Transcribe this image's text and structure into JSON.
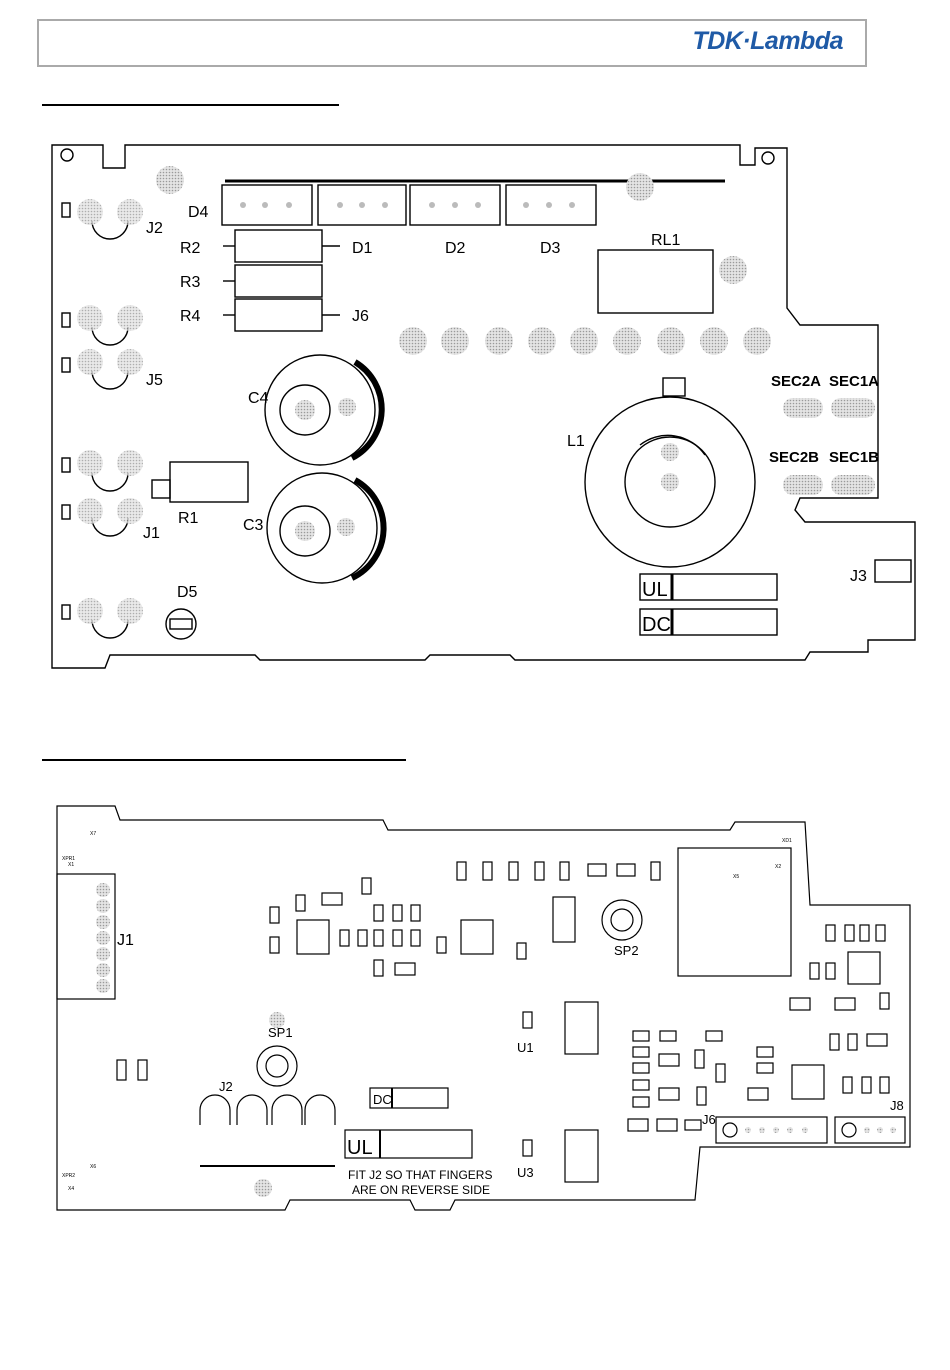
{
  "header": {
    "logo_text": "TDK·Lambda"
  },
  "board1": {
    "labels": {
      "J2": "J2",
      "D4": "D4",
      "R2": "R2",
      "R3": "R3",
      "R4": "R4",
      "D1": "D1",
      "D2": "D2",
      "D3": "D3",
      "J6": "J6",
      "RL1": "RL1",
      "J5": "J5",
      "C4": "C4",
      "SEC2A": "SEC2A",
      "SEC1A": "SEC1A",
      "L1": "L1",
      "SEC2B": "SEC2B",
      "SEC1B": "SEC1B",
      "R1": "R1",
      "J1": "J1",
      "C3": "C3",
      "J3": "J3",
      "D5": "D5",
      "UL": "UL",
      "DC": "DC"
    }
  },
  "board2": {
    "labels": {
      "J1": "J1",
      "SP1": "SP1",
      "SP2": "SP2",
      "J2": "J2",
      "DC": "DC",
      "UL": "UL",
      "U1": "U1",
      "U3": "U3",
      "J6": "J6",
      "J8": "J8",
      "XPR1": "XPR1",
      "X1": "X1",
      "X7": "X7",
      "XPR2": "XPR2",
      "X6": "X6",
      "X4": "X4",
      "XD1": "XD1",
      "X2": "X2",
      "X5": "X5"
    },
    "note_line1": "FIT J2 SO THAT FINGERS",
    "note_line2": "ARE ON REVERSE SIDE"
  },
  "colors": {
    "logo": "#1f5aa6",
    "line": "#000000",
    "pad": "#bdbdbd"
  }
}
